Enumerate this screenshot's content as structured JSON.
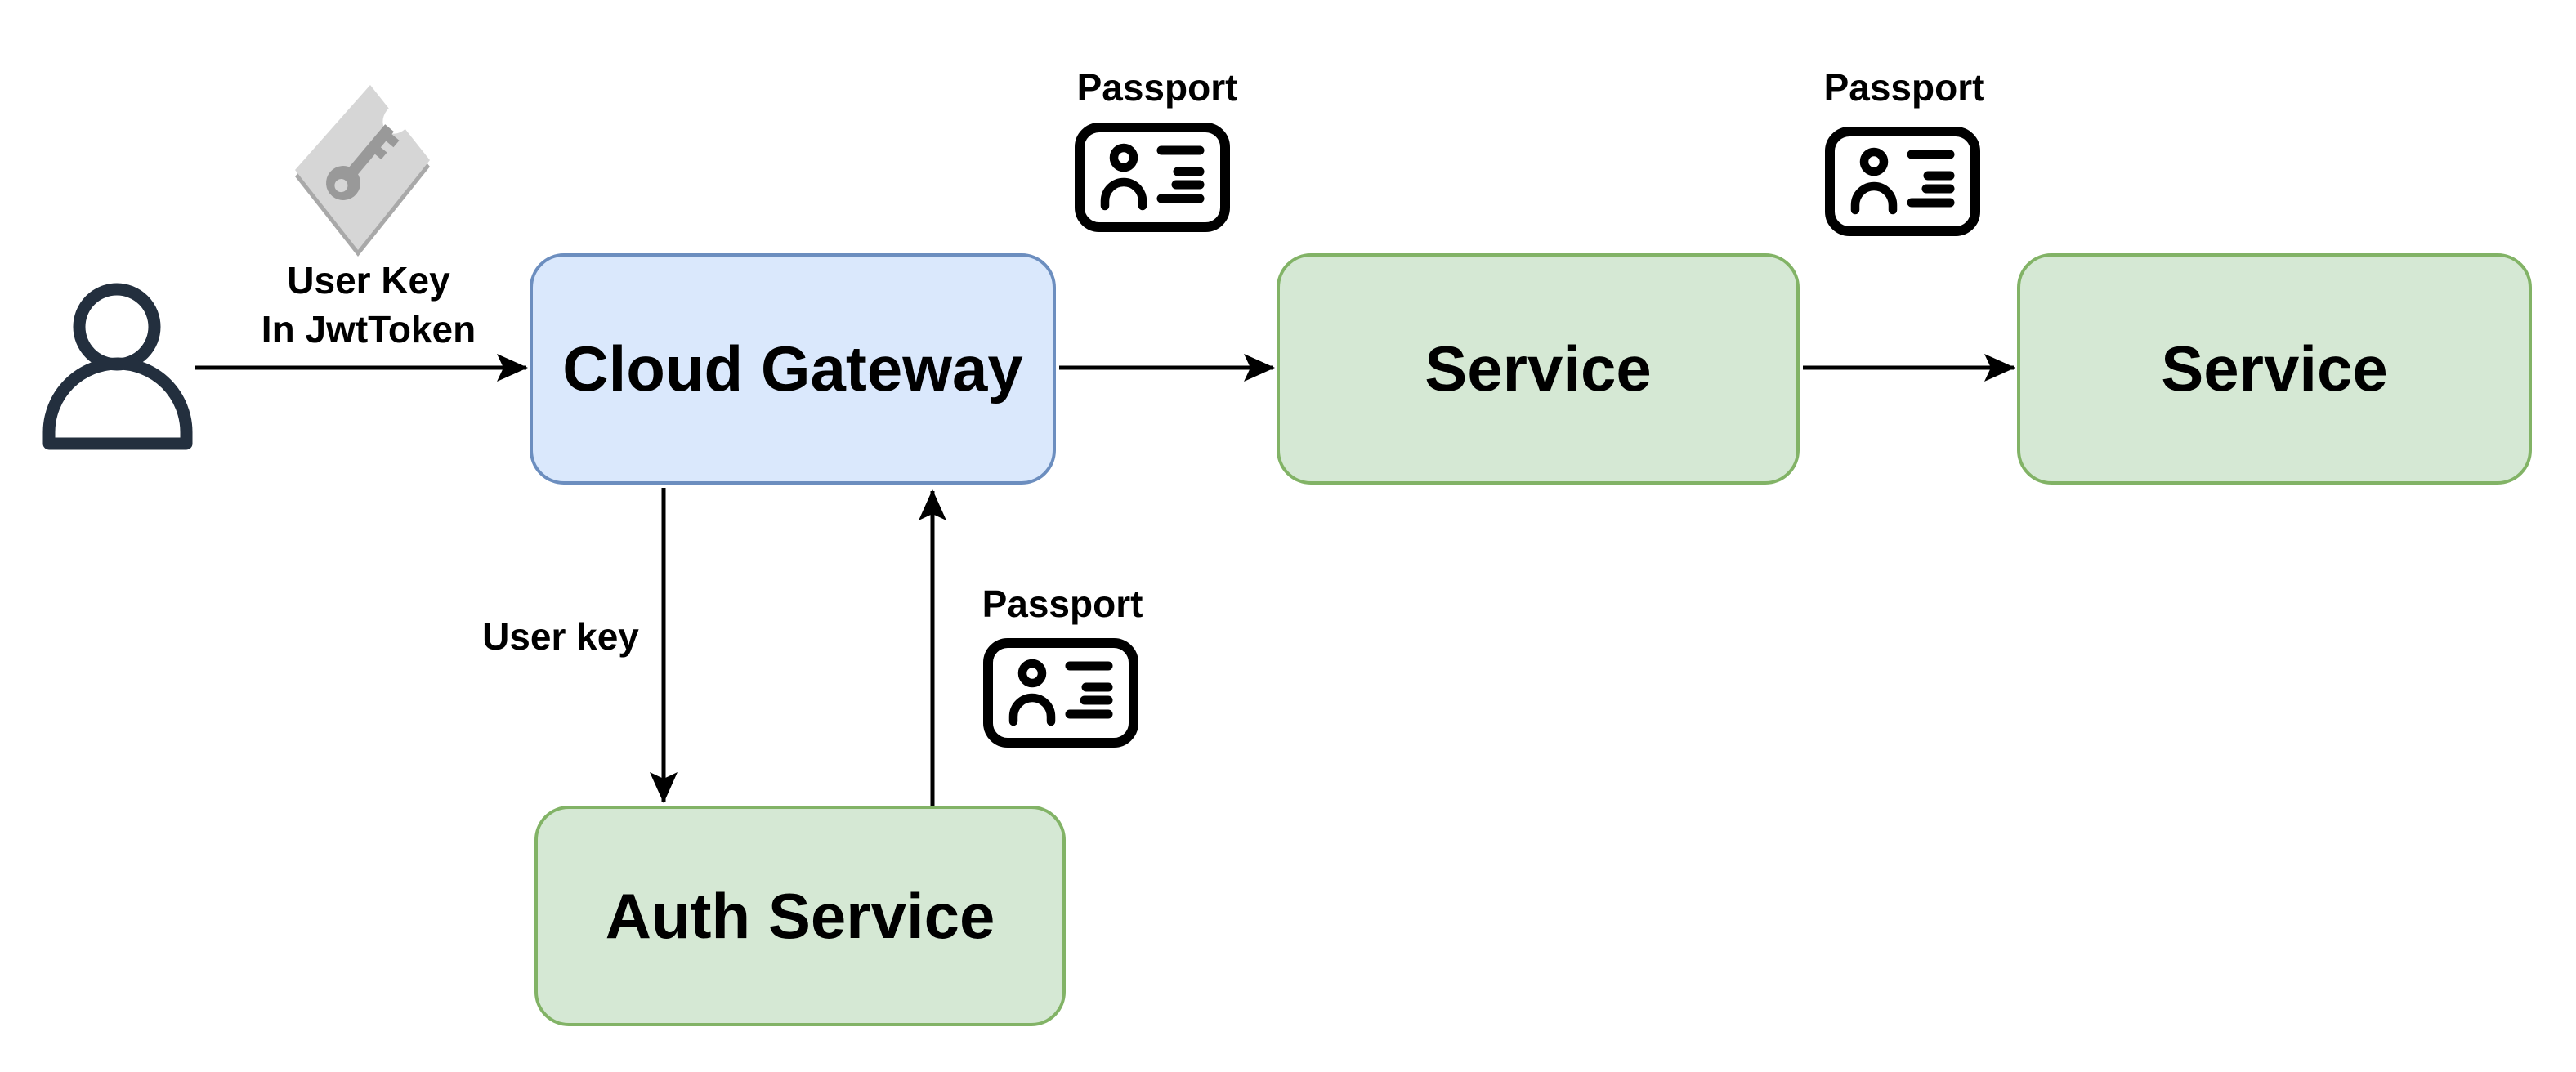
{
  "diagram": {
    "type": "flow-diagram",
    "background": "#ffffff",
    "nodes": {
      "cloud_gateway": {
        "label": "Cloud Gateway",
        "fill": "#dae8fc",
        "stroke": "#6c8ebf"
      },
      "service_1": {
        "label": "Service",
        "fill": "#d5e8d4",
        "stroke": "#82b366"
      },
      "service_2": {
        "label": "Service",
        "fill": "#d5e8d4",
        "stroke": "#82b366"
      },
      "auth_service": {
        "label": "Auth Service",
        "fill": "#d5e8d4",
        "stroke": "#82b366"
      }
    },
    "edge_labels": {
      "user_to_gateway_line1": "User Key",
      "user_to_gateway_line2": "In JwtToken",
      "gateway_to_auth": "User key",
      "auth_to_gateway_passport": "Passport",
      "gateway_to_service_passport": "Passport",
      "service_to_service_passport": "Passport"
    },
    "icons": {
      "user": "user-icon",
      "key_tag": "key-tag-icon",
      "passport": "passport-id-card-icon"
    },
    "colors": {
      "arrow": "#000000",
      "text": "#000000",
      "user_icon": "#232f3e",
      "tag_fill": "#d6d6d6",
      "tag_shadow": "#a9a9a9",
      "tag_key": "#999999"
    }
  }
}
